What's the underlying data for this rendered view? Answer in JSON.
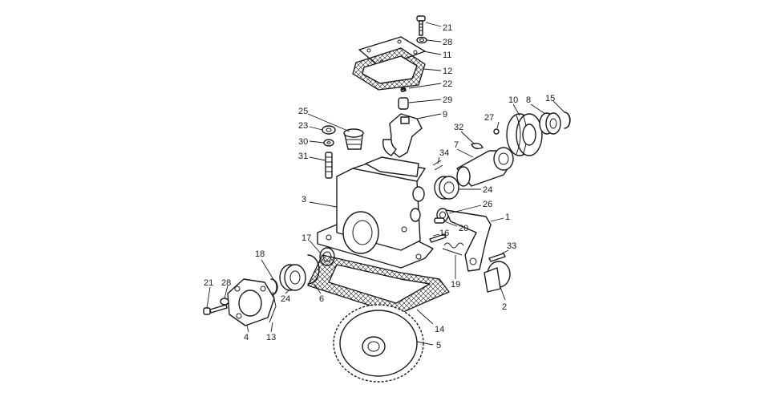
{
  "diagram": {
    "callouts": [
      "21",
      "28",
      "11",
      "12",
      "22",
      "29",
      "9",
      "32",
      "27",
      "10",
      "8",
      "15",
      "25",
      "23",
      "30",
      "31",
      "7",
      "34",
      "24",
      "3",
      "26",
      "1",
      "20",
      "16",
      "17",
      "18",
      "21",
      "28",
      "24",
      "6",
      "19",
      "33",
      "2",
      "4",
      "13",
      "14",
      "5"
    ]
  },
  "colors": {
    "ink": "#1a1a1a",
    "paper": "#ffffff"
  }
}
